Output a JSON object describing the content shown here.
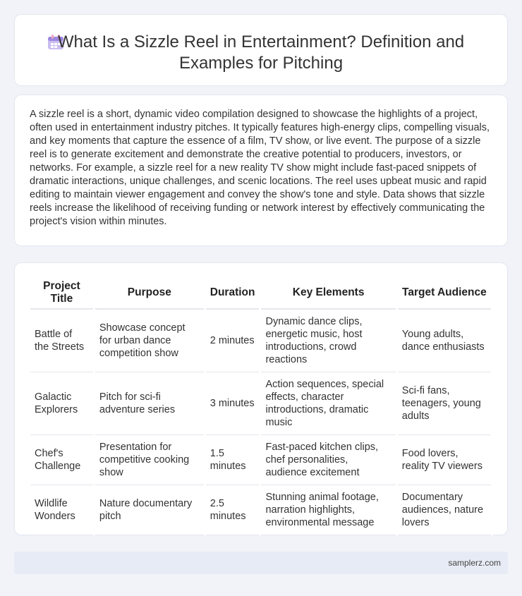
{
  "header": {
    "title": "What Is a Sizzle Reel in Entertainment? Definition and Examples for Pitching",
    "icon": "calendar-icon",
    "icon_colors": [
      "#b6a3e8",
      "#f2b3c7",
      "#8fb3e8"
    ]
  },
  "intro": {
    "text": "A sizzle reel is a short, dynamic video compilation designed to showcase the highlights of a project, often used in entertainment industry pitches. It typically features high-energy clips, compelling visuals, and key moments that capture the essence of a film, TV show, or live event. The purpose of a sizzle reel is to generate excitement and demonstrate the creative potential to producers, investors, or networks. For example, a sizzle reel for a new reality TV show might include fast-paced snippets of dramatic interactions, unique challenges, and scenic locations. The reel uses upbeat music and rapid editing to maintain viewer engagement and convey the show's tone and style. Data shows that sizzle reels increase the likelihood of receiving funding or network interest by effectively communicating the project's vision within minutes."
  },
  "table": {
    "headers": [
      "Project Title",
      "Purpose",
      "Duration",
      "Key Elements",
      "Target Audience"
    ],
    "rows": [
      [
        "Battle of the Streets",
        "Showcase concept for urban dance competition show",
        "2 minutes",
        "Dynamic dance clips, energetic music, host introductions, crowd reactions",
        "Young adults, dance enthusiasts"
      ],
      [
        "Galactic Explorers",
        "Pitch for sci-fi adventure series",
        "3 minutes",
        "Action sequences, special effects, character introductions, dramatic music",
        "Sci-fi fans, teenagers, young adults"
      ],
      [
        "Chef's Challenge",
        "Presentation for competitive cooking show",
        "1.5 minutes",
        "Fast-paced kitchen clips, chef personalities, audience excitement",
        "Food lovers, reality TV viewers"
      ],
      [
        "Wildlife Wonders",
        "Nature documentary pitch",
        "2.5 minutes",
        "Stunning animal footage, narration highlights, environmental message",
        "Documentary audiences, nature lovers"
      ]
    ]
  },
  "footer": {
    "site": "samplerz.com"
  }
}
